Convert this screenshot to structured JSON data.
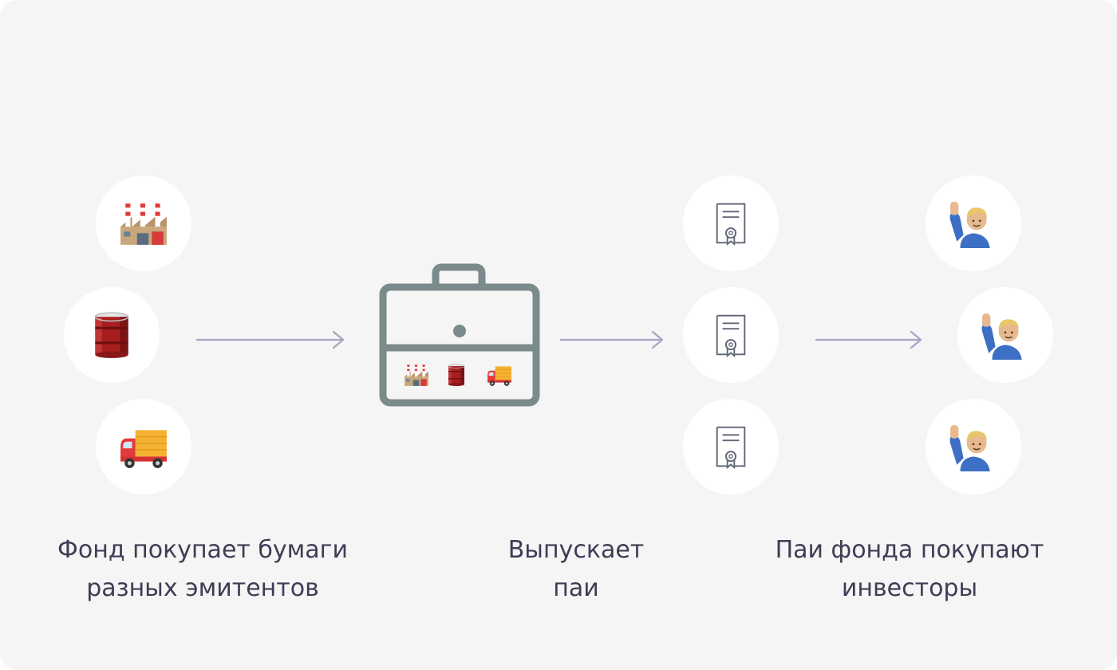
{
  "steps": [
    {
      "caption_line1": "Фонд покупает бумаги",
      "caption_line2": "разных эмитентов"
    },
    {
      "caption_line1": "Выпускает",
      "caption_line2": "паи"
    },
    {
      "caption_line1": "Паи фонда покупают",
      "caption_line2": "инвесторы"
    }
  ],
  "issuer_icons": [
    "factory-icon",
    "oil-barrel-icon",
    "delivery-truck-icon"
  ],
  "portfolio_icon": "briefcase-icon",
  "share_icons": [
    "certificate-icon",
    "certificate-icon",
    "certificate-icon"
  ],
  "investor_icons": [
    "raised-hand-person-icon",
    "raised-hand-person-icon",
    "raised-hand-person-icon"
  ],
  "colors": {
    "background": "#f5f5f5",
    "circle": "#ffffff",
    "arrow": "#a6a5c4",
    "briefcase": "#7b8a8a",
    "certificate": "#5f6675",
    "text": "#3d3d55"
  }
}
